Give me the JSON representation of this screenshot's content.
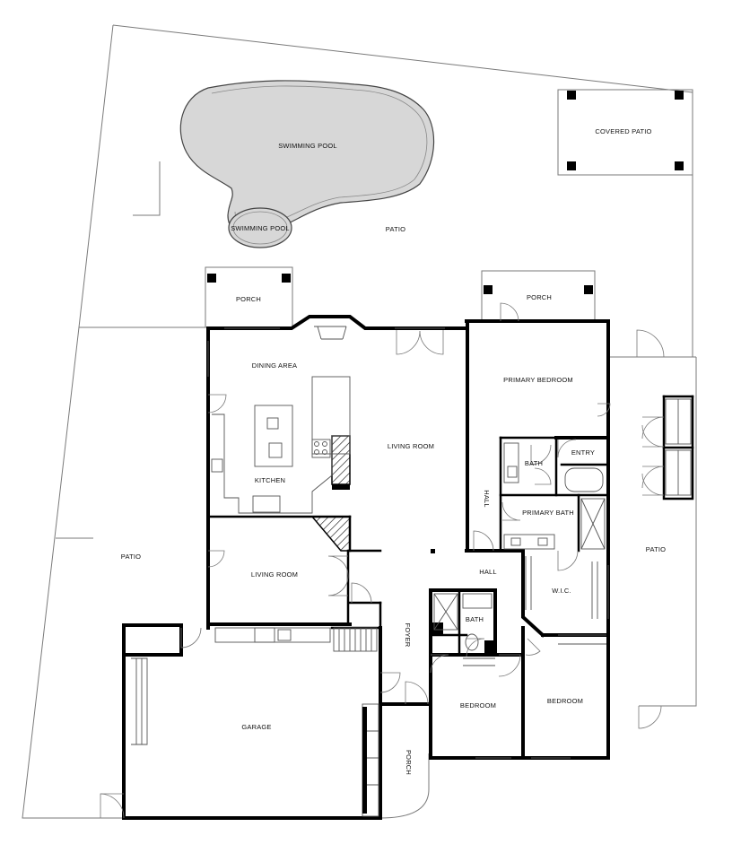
{
  "rooms": {
    "swimming_pool_main": "SWIMMING POOL",
    "swimming_pool_spa": "SWIMMING POOL",
    "covered_patio": "COVERED PATIO",
    "patio_top": "PATIO",
    "porch_left": "PORCH",
    "porch_right": "PORCH",
    "dining_area": "DINING AREA",
    "kitchen": "KITCHEN",
    "living_room_main": "LIVING ROOM",
    "living_room_small": "LIVING ROOM",
    "primary_bedroom": "PRIMARY BEDROOM",
    "bath_primary": "BATH",
    "entry": "ENTRY",
    "hall_vertical": "HALL",
    "primary_bath": "PRIMARY BATH",
    "patio_left": "PATIO",
    "patio_right": "PATIO",
    "hall_center": "HALL",
    "wic": "W.I.C.",
    "bath_secondary": "BATH",
    "foyer": "FOYER",
    "garage": "GARAGE",
    "bedroom_left": "BEDROOM",
    "bedroom_right": "BEDROOM",
    "porch_front": "PORCH"
  }
}
